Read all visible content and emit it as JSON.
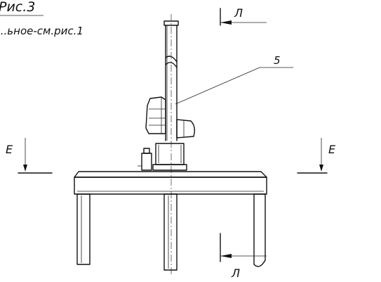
{
  "drawing": {
    "title": "Рис.3",
    "subtitle": "...ьное-см.рис.1",
    "section_top_label": "Л",
    "section_bottom_label": "Л",
    "section_left_label": "Е",
    "section_right_label": "Е",
    "callout_label": "5"
  },
  "colors": {
    "ink": "#111111",
    "background": "#ffffff"
  }
}
